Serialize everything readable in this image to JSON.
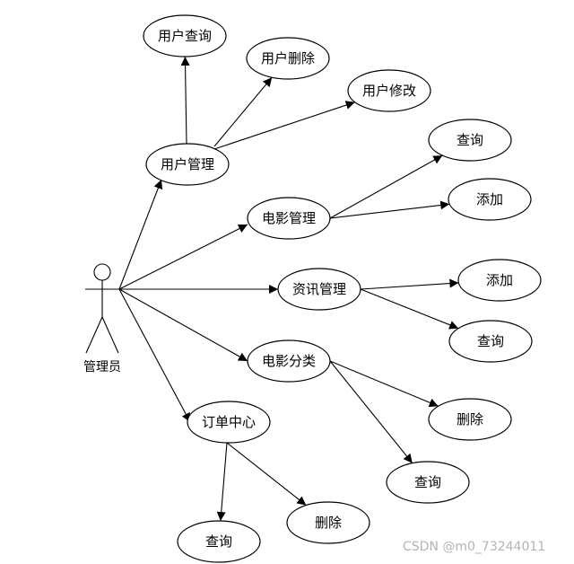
{
  "actor": {
    "label": "管理员"
  },
  "use_cases": [
    {
      "id": "admin-user",
      "label": "用户管理"
    },
    {
      "id": "admin-user-query",
      "label": "用户查询"
    },
    {
      "id": "admin-user-delete",
      "label": "用户删除"
    },
    {
      "id": "admin-user-edit",
      "label": "用户修改"
    },
    {
      "id": "admin-movie",
      "label": "电影管理"
    },
    {
      "id": "movie-query",
      "label": "查询"
    },
    {
      "id": "movie-add",
      "label": "添加"
    },
    {
      "id": "admin-news",
      "label": "资讯管理"
    },
    {
      "id": "news-add",
      "label": "添加"
    },
    {
      "id": "news-query",
      "label": "查询"
    },
    {
      "id": "admin-category",
      "label": "电影分类"
    },
    {
      "id": "category-delete",
      "label": "删除"
    },
    {
      "id": "category-query",
      "label": "查询"
    },
    {
      "id": "admin-order",
      "label": "订单中心"
    },
    {
      "id": "order-query",
      "label": "查询"
    },
    {
      "id": "order-delete",
      "label": "删除"
    }
  ],
  "relations": [
    [
      "actor",
      "admin-user"
    ],
    [
      "actor",
      "admin-movie"
    ],
    [
      "actor",
      "admin-news"
    ],
    [
      "actor",
      "admin-category"
    ],
    [
      "actor",
      "admin-order"
    ],
    [
      "admin-user",
      "admin-user-query"
    ],
    [
      "admin-user",
      "admin-user-delete"
    ],
    [
      "admin-user",
      "admin-user-edit"
    ],
    [
      "admin-movie",
      "movie-query"
    ],
    [
      "admin-movie",
      "movie-add"
    ],
    [
      "admin-news",
      "news-add"
    ],
    [
      "admin-news",
      "news-query"
    ],
    [
      "admin-category",
      "category-delete"
    ],
    [
      "admin-category",
      "category-query"
    ],
    [
      "admin-order",
      "order-query"
    ],
    [
      "admin-order",
      "order-delete"
    ]
  ],
  "watermark": "CSDN @m0_73244011"
}
